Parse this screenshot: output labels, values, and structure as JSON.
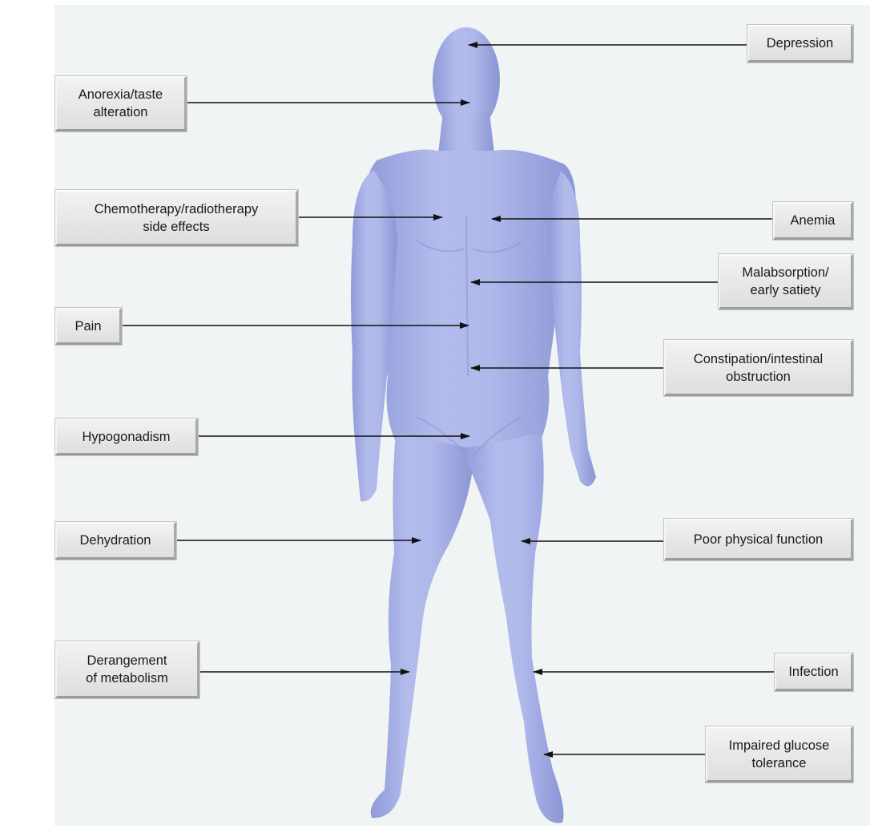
{
  "labels": {
    "depression": "Depression",
    "anorexia": "Anorexia/taste\nalteration",
    "chemo": "Chemotherapy/radiotherapy\nside effects",
    "anemia": "Anemia",
    "malabsorption": "Malabsorption/\nearly satiety",
    "pain": "Pain",
    "constipation": "Constipation/intestinal\nobstruction",
    "hypogonadism": "Hypogonadism",
    "dehydration": "Dehydration",
    "poor_function": "Poor physical function",
    "derangement": "Derangement\nof metabolism",
    "infection": "Infection",
    "glucose": "Impaired glucose\ntolerance"
  },
  "colors": {
    "body_fill": "#aab4e6",
    "body_shade": "#8d98d6",
    "background": "#f1f4f5",
    "arrow": "#111111"
  }
}
